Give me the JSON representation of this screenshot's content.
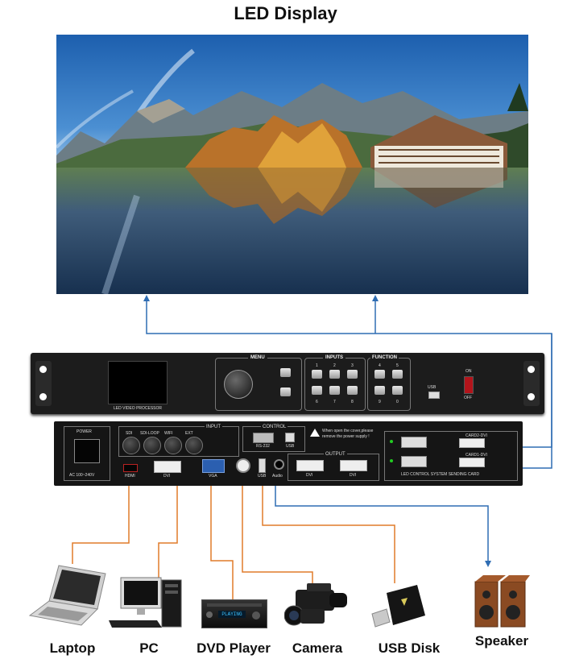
{
  "title": "LED Display",
  "processor": {
    "front": {
      "lcd_caption": "LED VIDEO PROCESSOR",
      "menu_label": "MENU",
      "inputs_label": "INPUTS",
      "inputs_numbers": [
        "1",
        "2",
        "3",
        "6",
        "7",
        "8"
      ],
      "function_label": "FUNCTION",
      "function_numbers": [
        "4",
        "5",
        "9",
        "0"
      ],
      "usb_label": "USB",
      "on_label": "ON",
      "off_label": "OFF"
    },
    "back": {
      "power_label": "POWER",
      "ac_label": "AC 100~240V",
      "input_section_label": "INPUT",
      "sdi_label": "SDI",
      "sdi_loop_label": "SDI-LOOP",
      "wifi_label": "WIFI",
      "ext_label": "EXT",
      "hdmi_label": "HDMI",
      "dvi_in_label": "DVI",
      "vga_label": "VGA",
      "control_label": "CONTROL",
      "rs232_label": "RS-232",
      "usb_ctrl_label": "USB",
      "usb_in_label": "USB",
      "audio_label": "Audio",
      "warning_text_1": "When open the cover,please",
      "warning_text_2": "remove the power supply !",
      "output_label": "OUTPUT",
      "dvi_out1_label": "DVI",
      "dvi_out2_label": "DVI",
      "card2_label": "CARD2-DVI",
      "card1_label": "CARD1-DVI",
      "sending_card_label": "LED CONTROL SYSTEM SENDING CARD"
    }
  },
  "devices": [
    {
      "id": "laptop",
      "label": "Laptop"
    },
    {
      "id": "pc",
      "label": "PC"
    },
    {
      "id": "dvd",
      "label": "DVD Player"
    },
    {
      "id": "camera",
      "label": "Camera"
    },
    {
      "id": "usb",
      "label": "USB Disk"
    },
    {
      "id": "speaker",
      "label": "Speaker"
    }
  ],
  "dvd_display_text": "PLAYING",
  "colors": {
    "input_wire": "#e07b2a",
    "output_wire": "#2f6db3",
    "chassis": "#1f1f1f",
    "usb_logo": "#d8c95a"
  }
}
